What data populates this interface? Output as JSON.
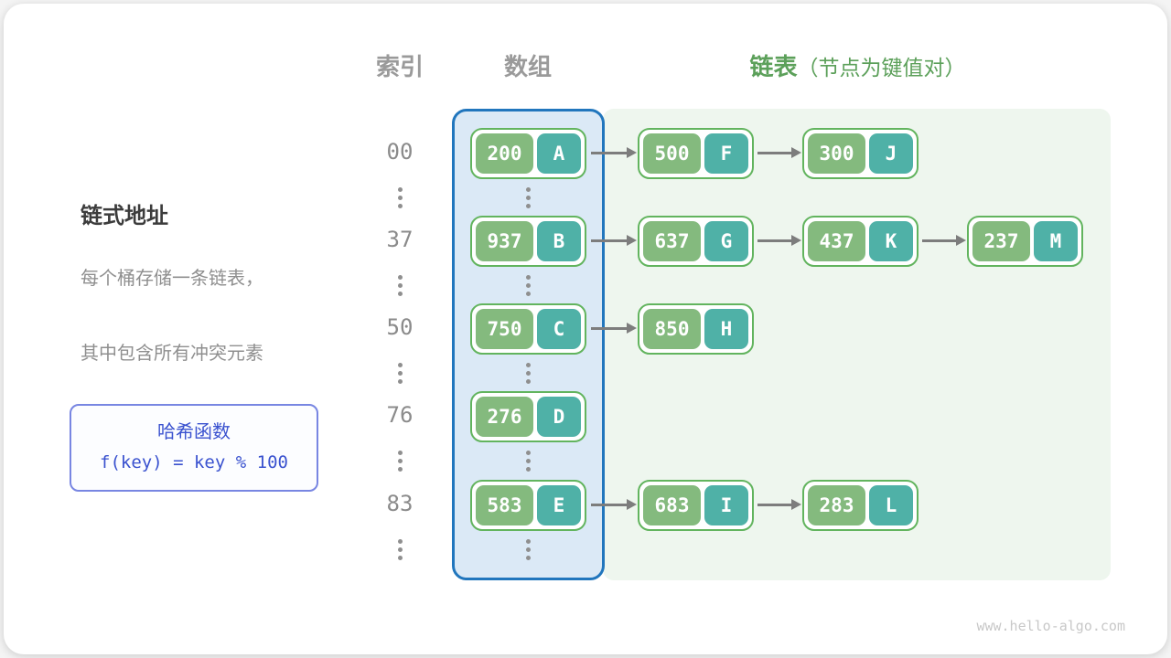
{
  "headers": {
    "index": "索引",
    "array": "数组",
    "list": "链表",
    "list_note": "（节点为键值对）"
  },
  "left_panel": {
    "title": "链式地址",
    "desc_line1": "每个桶存储一条链表，",
    "desc_line2": "其中包含所有冲突元素"
  },
  "hash_box": {
    "title": "哈希函数",
    "formula": "f(key) = key % 100"
  },
  "rows": [
    {
      "index": "00",
      "bucket": {
        "key": "200",
        "value": "A"
      },
      "chain": [
        {
          "key": "500",
          "value": "F"
        },
        {
          "key": "300",
          "value": "J"
        }
      ]
    },
    {
      "index": "37",
      "bucket": {
        "key": "937",
        "value": "B"
      },
      "chain": [
        {
          "key": "637",
          "value": "G"
        },
        {
          "key": "437",
          "value": "K"
        },
        {
          "key": "237",
          "value": "M"
        }
      ]
    },
    {
      "index": "50",
      "bucket": {
        "key": "750",
        "value": "C"
      },
      "chain": [
        {
          "key": "850",
          "value": "H"
        }
      ]
    },
    {
      "index": "76",
      "bucket": {
        "key": "276",
        "value": "D"
      },
      "chain": []
    },
    {
      "index": "83",
      "bucket": {
        "key": "583",
        "value": "E"
      },
      "chain": [
        {
          "key": "683",
          "value": "I"
        },
        {
          "key": "283",
          "value": "L"
        }
      ]
    }
  ],
  "watermark": "www.hello-algo.com",
  "colors": {
    "node_key_green": "#84ba7e",
    "node_value_teal": "#4fb1a7",
    "node_border_green": "#62b45e",
    "array_zone_fill": "#dbe9f6",
    "array_zone_border": "#2176bd",
    "chain_zone_fill": "#eef6ee",
    "header_gray": "#9a9a9a",
    "header_green": "#5ca05a",
    "hash_blue": "#3a52cf",
    "arrow_gray": "#7d7d7d"
  }
}
